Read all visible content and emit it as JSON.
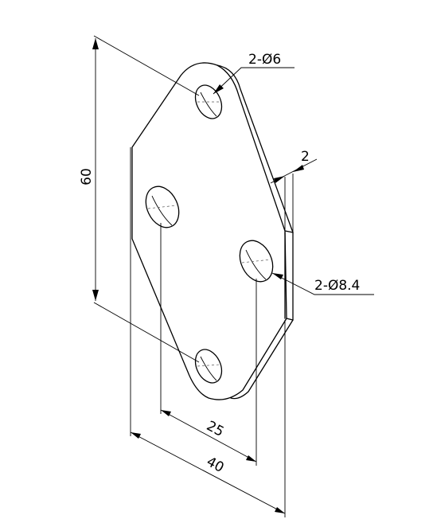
{
  "dimensions": {
    "height": "60",
    "thickness": "2",
    "small_holes": "2-Ø6",
    "large_holes": "2-Ø8.4",
    "hole_spacing": "25",
    "width": "40"
  }
}
